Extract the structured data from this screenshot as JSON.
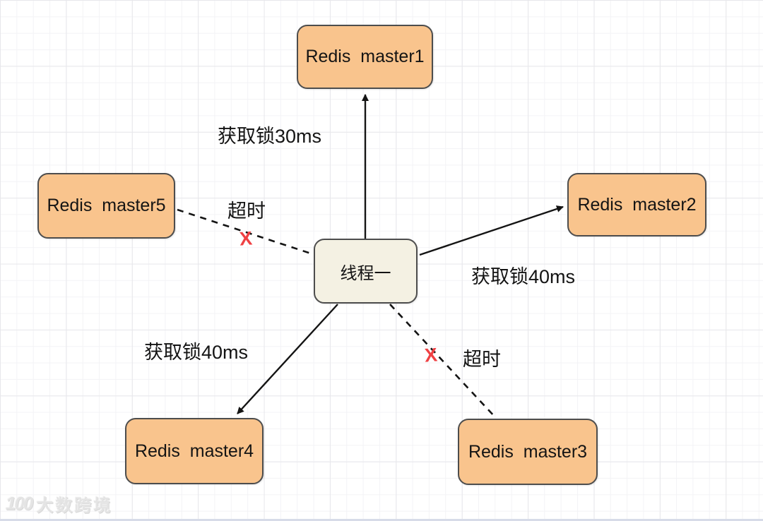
{
  "diagram": {
    "title_hint": "Redis Redlock acquire-lock diagram",
    "accent_colors": {
      "redis_node_fill": "#f9c48d",
      "thread_node_fill": "#f4f1e3",
      "node_border": "#4d4d4d",
      "edge_color": "#141414",
      "timeout_x_color": "#ef4043",
      "grid_minor": "#f3f3f6",
      "grid_major": "#e7e7eb",
      "bottom_line": "#d7dbe8"
    },
    "nodes": {
      "master1": {
        "label": "Redis  master1"
      },
      "master2": {
        "label": "Redis  master2"
      },
      "master3": {
        "label": "Redis  master3"
      },
      "master4": {
        "label": "Redis  master4"
      },
      "master5": {
        "label": "Redis  master5"
      },
      "thread": {
        "label": "线程一"
      }
    },
    "edges": {
      "to_master1": {
        "type": "solid-arrow",
        "label": "获取锁30ms"
      },
      "to_master2": {
        "type": "solid-arrow",
        "label": "获取锁40ms"
      },
      "to_master4": {
        "type": "solid-arrow",
        "label": "获取锁40ms"
      },
      "to_master5": {
        "type": "dashed-timeout",
        "label": "超时",
        "mark": "X"
      },
      "to_master3": {
        "type": "dashed-timeout",
        "label": "超时",
        "mark": "X"
      }
    },
    "watermark": {
      "logo": "100",
      "text": "大数跨境"
    }
  }
}
